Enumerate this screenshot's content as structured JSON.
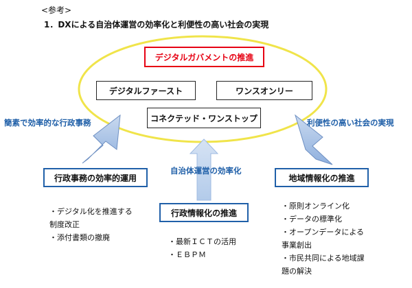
{
  "ref_label": "<参考>",
  "heading": "1．DXによる自治体運営の効率化と利便性の高い社会の実現",
  "center_title": "デジタルガバメントの推進",
  "principles": {
    "digital_first": "デジタルファースト",
    "once_only": "ワンスオンリー",
    "connected_one_stop": "コネクテッド・ワンストップ"
  },
  "arrow_labels": {
    "left": "簡素で効率的な行政事務",
    "center": "自治体運営の効率化",
    "right": "利便性の高い社会の実現"
  },
  "pillars": {
    "left": {
      "title": "行政事務の効率的運用",
      "items": [
        "・デジタル化を推進する",
        "制度改正",
        "・添付書類の撤廃"
      ]
    },
    "center": {
      "title": "行政情報化の推進",
      "items": [
        "・最新ＩＣＴの活用",
        "・ＥＢＰＭ"
      ]
    },
    "right": {
      "title": "地域情報化の推進",
      "items": [
        "・原則オンライン化",
        "・データの標準化",
        "・オープンデータによる",
        "事業創出",
        "・市民共同による地域課",
        "題の解決"
      ]
    }
  },
  "colors": {
    "ellipse_stroke": "#f0e44a",
    "accent_red": "#e60012",
    "accent_blue": "#1f5fa8",
    "arrow_fill_top": "#c9d9ef",
    "arrow_fill_bottom": "#8fb0de",
    "arrow_stroke": "#6d8fc2"
  }
}
